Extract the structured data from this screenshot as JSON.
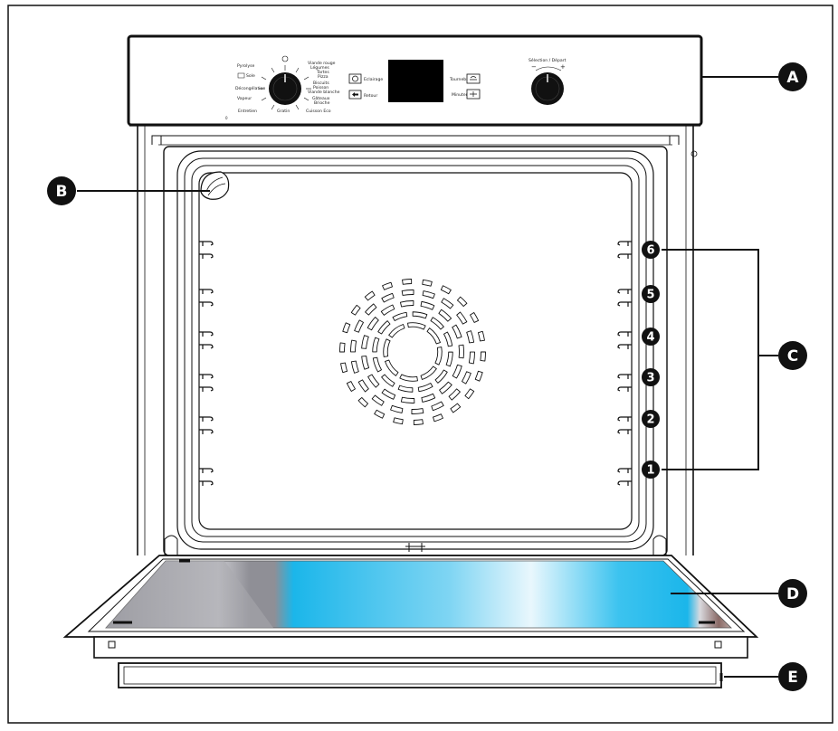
{
  "callouts": {
    "a": "A",
    "b": "B",
    "c": "C",
    "d": "D",
    "e": "E"
  },
  "shelf_levels": [
    "6",
    "5",
    "4",
    "3",
    "2",
    "1"
  ],
  "control_panel": {
    "left_knob_labels": {
      "off": "0",
      "fan": "Pyrolyse",
      "bake": "Sole",
      "defrost": "Décongélation",
      "steam": "Vapeur",
      "reheat": "Entretien",
      "grill": "Gratin",
      "top_right_1": "Viande rouge",
      "top_right_1b": "Légumes",
      "top_right_2": "Tartes",
      "top_right_2b": "Pizza",
      "right_1": "Biscuits",
      "right_1b": "Poisson",
      "right_1c": "Viande blanche",
      "right_2": "Gâteaux",
      "right_2b": "Brioche",
      "bottom_right": "Cuisson Eco"
    },
    "buttons": {
      "light": "Eclairage",
      "back": "Retour",
      "grill_turn": "Tournebroche",
      "timer": "Minuterie"
    },
    "right_knob": {
      "title": "Sélection / Départ",
      "minus": "−",
      "plus": "+"
    }
  },
  "colors": {
    "line": "#111111",
    "callout_fill": "#111111",
    "glass_blue": "#1bb6ea",
    "glass_grey": "#9a9aa0",
    "glass_brown": "#8a6a66",
    "display": "#000000"
  }
}
